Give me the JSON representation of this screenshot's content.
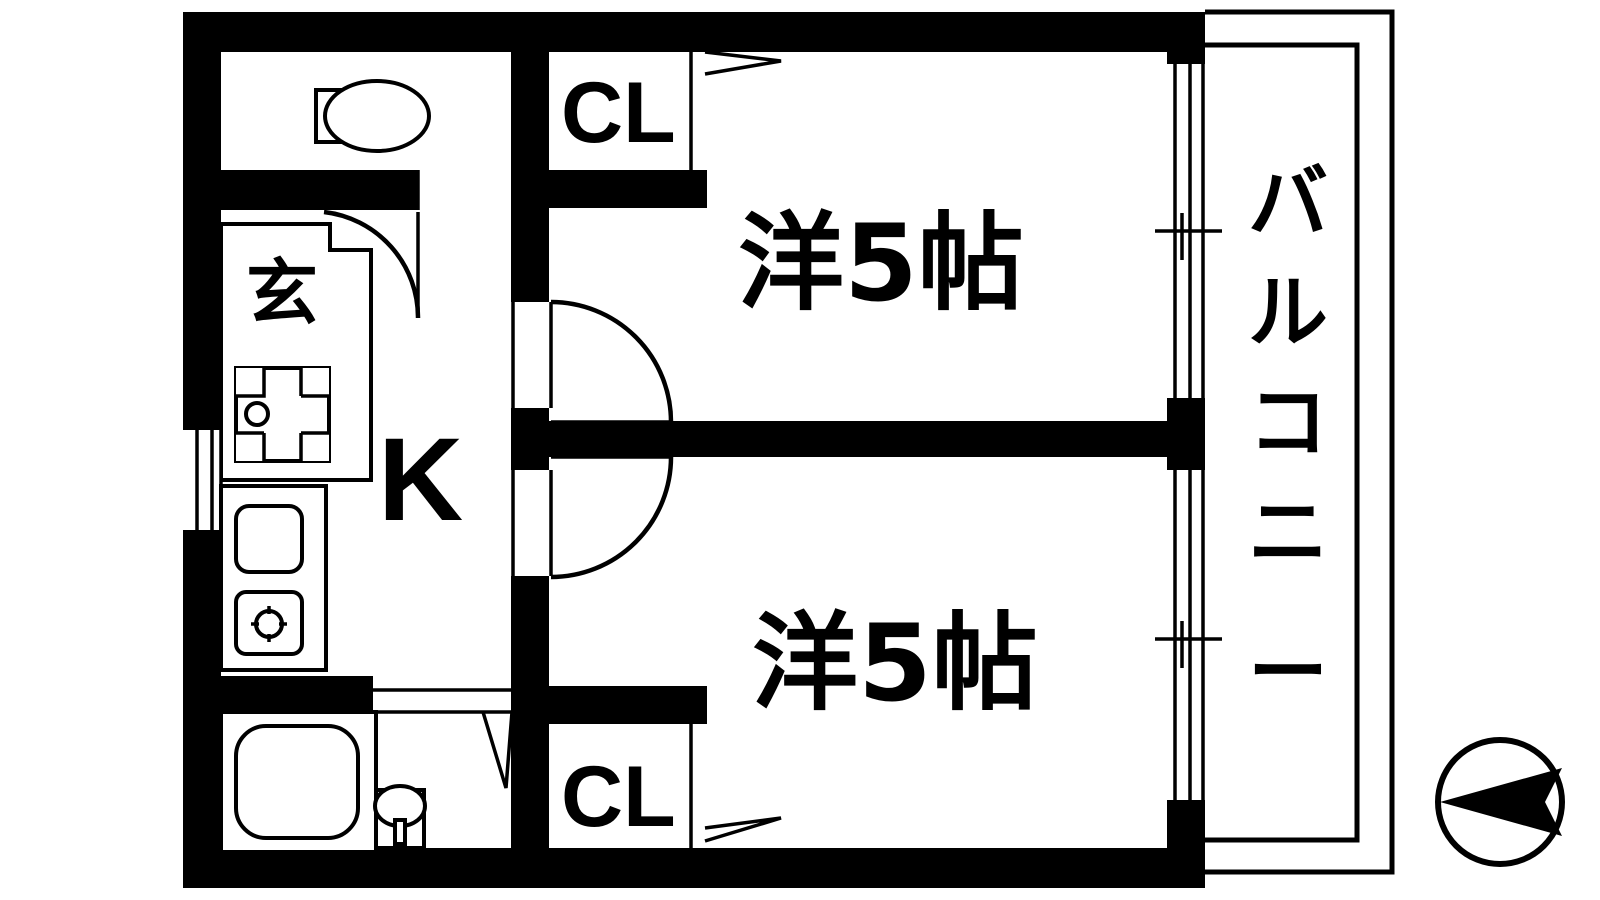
{
  "plan": {
    "type": "apartment-floor-plan",
    "layout_name": "2K",
    "orientation_marker": "compass-pointing-west",
    "background_color": "#ffffff",
    "line_color": "#000000"
  },
  "rooms": [
    {
      "id": "room-upper",
      "label": "洋5帖",
      "meaning": "Western-style room 5 tatami mats",
      "position": "upper-right"
    },
    {
      "id": "room-lower",
      "label": "洋5帖",
      "meaning": "Western-style room 5 tatami mats",
      "position": "lower-right"
    },
    {
      "id": "kitchen",
      "label": "K",
      "meaning": "Kitchen",
      "position": "center-left"
    },
    {
      "id": "genkan",
      "label": "玄",
      "meaning": "Entrance / Genkan",
      "position": "upper-left"
    },
    {
      "id": "balcony",
      "label": "バルコニー",
      "meaning": "Balcony",
      "position": "far-right",
      "text_direction": "vertical"
    }
  ],
  "closets": [
    {
      "id": "closet-upper",
      "label": "CL",
      "meaning": "Closet",
      "position": "upper-middle"
    },
    {
      "id": "closet-lower",
      "label": "CL",
      "meaning": "Closet",
      "position": "lower-middle"
    }
  ],
  "fixtures": [
    {
      "id": "toilet",
      "name": "toilet-fixture",
      "position": "top-left"
    },
    {
      "id": "bathtub",
      "name": "bathtub-fixture",
      "position": "bottom-left"
    },
    {
      "id": "washbasin",
      "name": "washbasin-fixture",
      "position": "bottom-left"
    },
    {
      "id": "sink",
      "name": "kitchen-sink-fixture",
      "position": "left-center"
    },
    {
      "id": "stove",
      "name": "stove-burner-fixture",
      "position": "left-center"
    },
    {
      "id": "washer-pan",
      "name": "washing-machine-pan-fixture",
      "position": "genkan"
    }
  ],
  "doors": [
    {
      "id": "entry-door",
      "name": "entrance-swing-door"
    },
    {
      "id": "room-upper-door",
      "name": "upper-room-swing-door"
    },
    {
      "id": "room-lower-door",
      "name": "lower-room-swing-door"
    },
    {
      "id": "bath-door",
      "name": "bathroom-folding-door"
    },
    {
      "id": "closet-upper-door",
      "name": "upper-closet-folding-door"
    },
    {
      "id": "closet-lower-door",
      "name": "lower-closet-folding-door"
    }
  ],
  "windows": [
    {
      "id": "balcony-window-upper",
      "name": "upper-sliding-glass-door"
    },
    {
      "id": "balcony-window-lower",
      "name": "lower-sliding-glass-door"
    },
    {
      "id": "kitchen-window",
      "name": "kitchen-side-window"
    }
  ],
  "compass": {
    "name": "compass-rose",
    "direction": "west"
  }
}
